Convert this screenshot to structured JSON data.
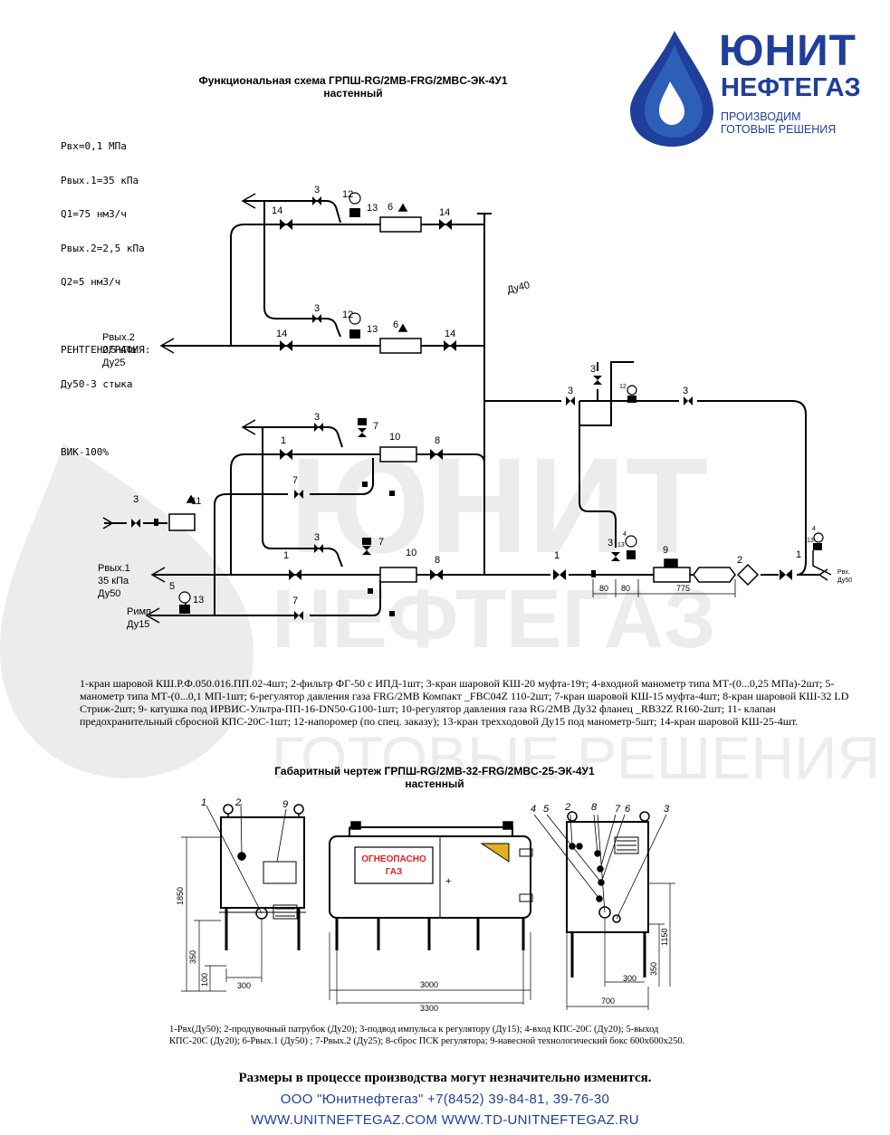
{
  "logo": {
    "name_line1": "ЮНИТ",
    "name_line2": "НЕФТЕГАЗ",
    "tagline_line1": "ПРОИЗВОДИМ",
    "tagline_line2": "ГОТОВЫЕ РЕШЕНИЯ",
    "brand_color": "#1f3f9a"
  },
  "watermark": {
    "line1": "ЮНИТ",
    "line2": "НЕФТЕГАЗ",
    "line3": "ГОТОВЫЕ РЕШЕНИЯ"
  },
  "scheme": {
    "title_line1": "Функциональная схема ГРПШ-RG/2MB-FRG/2MBC-ЭК-4У1",
    "title_line2": "настенный",
    "params": [
      "Pвх=0,1 МПа",
      "Pвых.1=35 кПа",
      "Q1=75 нм3/ч",
      "Pвых.2=2,5 кПа",
      "Q2=5 нм3/ч",
      "",
      "РЕНТГЕНОГРАФИЯ:",
      "Ду50-3 стыка",
      "",
      "ВИК-100%"
    ],
    "labels": {
      "out2_a": "Pвых.2",
      "out2_b": "2,5 кПа",
      "out2_c": "Ду25",
      "out1_a": "Pвых.1",
      "out1_b": "35 кПа",
      "out1_c": "Ду50",
      "pimp_a": "Pимп",
      "pimp_b": "Ду15",
      "inlet_a": "Pвх.",
      "inlet_b": "Ду50",
      "du40": "Ду40",
      "dim_80a": "80",
      "dim_80b": "80",
      "dim_775": "775"
    },
    "numbers": [
      "1",
      "2",
      "3",
      "4",
      "5",
      "6",
      "7",
      "8",
      "9",
      "10",
      "11",
      "12",
      "13",
      "14"
    ]
  },
  "legend1": "1-кран шаровой КШ.Р.Ф.050.016.ПП.02-4шт; 2-фильтр ФГ-50 с ИПД-1шт; 3-кран шаровой КШ-20 муфта-19т; 4-входной манометр типа МТ-(0...0,25 МПа)-2шт; 5-манометр типа МТ-(0...0,1 МП-1шт; 6-регулятор давления газа FRG/2MB Компакт _FBC04Z 110-2шт; 7-кран шаровой КШ-15 муфта-4шт; 8-кран шаровой КШ-32 LD Стриж-2шт; 9- катушка под ИРВИС-Ультра-ПП-16-DN50-G100-1шт; 10-регулятор давления газа RG/2MB Ду32 фланец _RB32Z R160-2шт; 11- клапан предохранительный сбросной КПС-20С-1шт; 12-напоромер (по спец. заказу); 13-кран трехходовой Ду15 под манометр-5шт; 14-кран шаровой КШ-25-4шт.",
  "dims": {
    "title_line1": "Габаритный чертеж ГРПШ-RG/2MB-32-FRG/2MBC-25-ЭК-4У1",
    "title_line2": "настенный",
    "warning_line1": "ОГНЕОПАСНО",
    "warning_line2": "ГАЗ",
    "warning_color": "#e02020",
    "d1850": "1850",
    "d350a": "350",
    "d100": "100",
    "d300a": "300",
    "d3000": "3000",
    "d3300": "3300",
    "d350b": "350",
    "d1150": "1150",
    "d300b": "300",
    "d700": "700",
    "callouts": [
      "1",
      "2",
      "9",
      "4",
      "5",
      "2",
      "8",
      "7",
      "6",
      "3"
    ]
  },
  "legend2": "1-Pвх(Ду50); 2-продувочный патрубок (Ду20); 3-подвод импульса к регулятору (Ду15); 4-вход КПС-20С (Ду20); 5-выход КПС-20С (Ду20); 6-Pвых.1 (Ду50) ; 7-Pвых.2 (Ду25); 8-сброс ПСК регулятора; 9-навесной технологический бокс 600х600х250.",
  "footer": {
    "note": "Размеры в процессе производства могут незначительно изменится.",
    "company": "ООО \"Юнитнефтегаз\" +7(8452) 39-84-81, 39-76-30",
    "websites": "WWW.UNITNEFTEGAZ.COM   WWW.TD-UNITNEFTEGAZ.RU"
  }
}
